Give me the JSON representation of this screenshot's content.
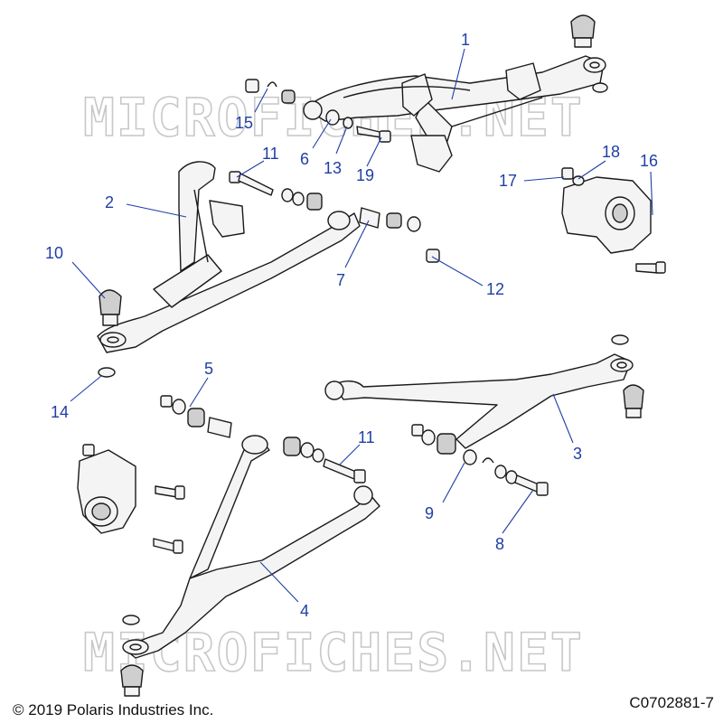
{
  "watermark": "MICROFICHES.NET",
  "copyright": "© 2019 Polaris Industries Inc.",
  "drawing_number": "C0702881-7",
  "callouts": [
    "1",
    "2",
    "3",
    "4",
    "5",
    "6",
    "7",
    "8",
    "9",
    "10",
    "11",
    "11",
    "12",
    "13",
    "14",
    "15",
    "16",
    "17",
    "18",
    "19"
  ],
  "colors": {
    "callout": "#1f3fa6",
    "outline": "#1a1a1a",
    "part_fill": "#f4f4f4",
    "watermark": "#c8c8c8"
  }
}
